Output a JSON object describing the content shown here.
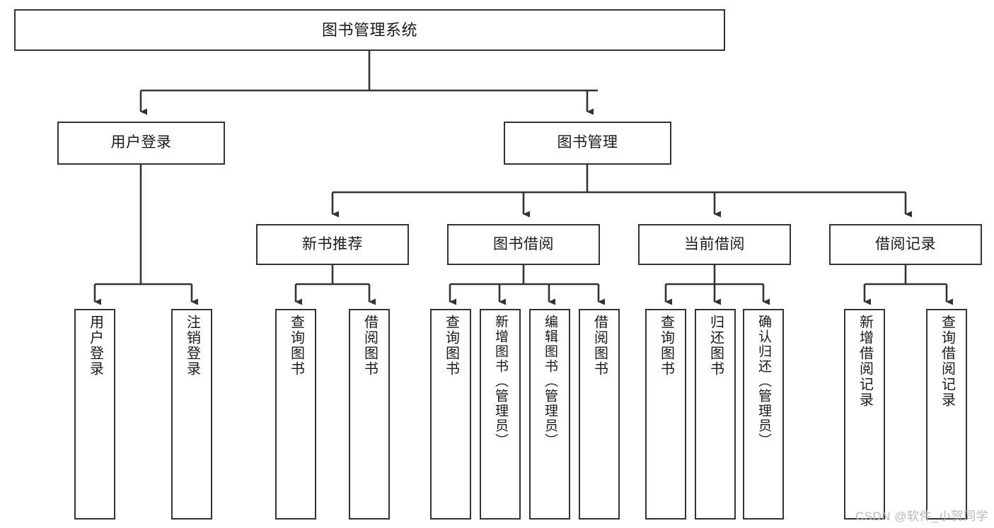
{
  "diagram": {
    "title": "图书管理系统",
    "type": "hierarchy-tree",
    "watermark": "CSDN @软件_小贺同学",
    "colors": {
      "node_border": "#333333",
      "node_fill": "#ffffff",
      "edge": "#333333",
      "text": "#1a1a1a",
      "watermark": "#b9b9b9",
      "background": "#ffffff"
    },
    "levels": [
      {
        "level": 1,
        "nodes": [
          {
            "id": "root",
            "label": "图书管理系统"
          }
        ]
      },
      {
        "level": 2,
        "nodes": [
          {
            "id": "login",
            "label": "用户登录"
          },
          {
            "id": "bookmgmt",
            "label": "图书管理"
          }
        ]
      },
      {
        "level": 3,
        "nodes": [
          {
            "id": "newbook",
            "label": "新书推荐"
          },
          {
            "id": "borrow",
            "label": "图书借阅"
          },
          {
            "id": "current",
            "label": "当前借阅"
          },
          {
            "id": "record",
            "label": "借阅记录"
          }
        ]
      },
      {
        "level": 4,
        "nodes": [
          {
            "id": "leaf1",
            "label": "用户登录",
            "parent": "login"
          },
          {
            "id": "leaf2",
            "label": "注销登录",
            "parent": "login"
          },
          {
            "id": "leaf3",
            "label": "查询图书",
            "parent": "newbook"
          },
          {
            "id": "leaf4",
            "label": "借阅图书",
            "parent": "newbook"
          },
          {
            "id": "leaf5",
            "label": "查询图书",
            "parent": "borrow"
          },
          {
            "id": "leaf6",
            "label": "新增图书（管理员）",
            "parent": "borrow"
          },
          {
            "id": "leaf7",
            "label": "编辑图书（管理员）",
            "parent": "borrow"
          },
          {
            "id": "leaf8",
            "label": "借阅图书",
            "parent": "borrow"
          },
          {
            "id": "leaf9",
            "label": "查询图书",
            "parent": "current"
          },
          {
            "id": "leaf10",
            "label": "归还图书",
            "parent": "current"
          },
          {
            "id": "leaf11",
            "label": "确认归还（管理员）",
            "parent": "current"
          },
          {
            "id": "leaf12",
            "label": "新增借阅记录",
            "parent": "record"
          },
          {
            "id": "leaf13",
            "label": "查询借阅记录",
            "parent": "record"
          }
        ]
      }
    ]
  }
}
